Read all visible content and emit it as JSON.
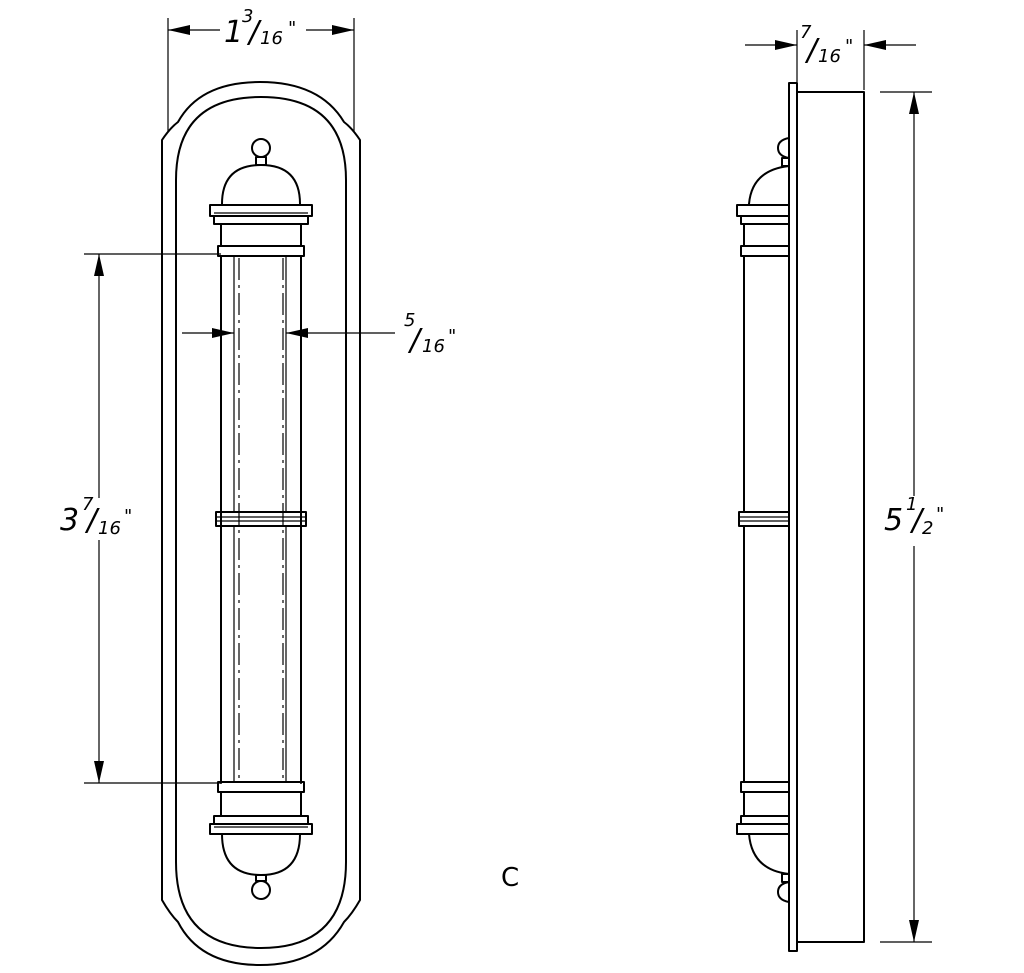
{
  "dimensions": {
    "overall_width": {
      "whole": "1",
      "numerator": "3",
      "denominator": "16",
      "unit": "\""
    },
    "tube_diameter": {
      "numerator": "5",
      "denominator": "16",
      "unit": "\""
    },
    "tube_length": {
      "whole": "3",
      "numerator": "7",
      "denominator": "16",
      "unit": "\""
    },
    "side_depth": {
      "numerator": "7",
      "denominator": "16",
      "unit": "\""
    },
    "overall_height": {
      "whole": "5",
      "numerator": "1",
      "denominator": "2",
      "unit": "\""
    }
  },
  "view_label": "C"
}
